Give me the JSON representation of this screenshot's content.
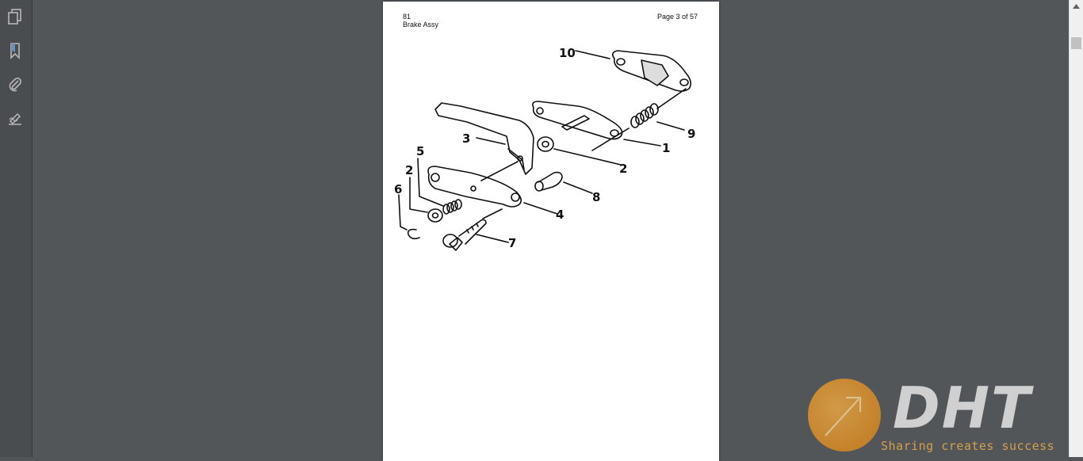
{
  "sidebar": {
    "items": [
      {
        "icon": "pages-icon"
      },
      {
        "icon": "bookmark-icon"
      },
      {
        "icon": "attachment-icon"
      },
      {
        "icon": "signature-icon"
      }
    ]
  },
  "document": {
    "page_number": "81",
    "section_title": "Brake Assy",
    "page_indicator": "Page 3 of 57",
    "callouts": [
      "10",
      "9",
      "1",
      "3",
      "2",
      "5",
      "2",
      "8",
      "6",
      "4",
      "7"
    ]
  },
  "watermark": {
    "logo": "DHT",
    "tagline": "Sharing creates success",
    "color": "#e3a64a"
  }
}
